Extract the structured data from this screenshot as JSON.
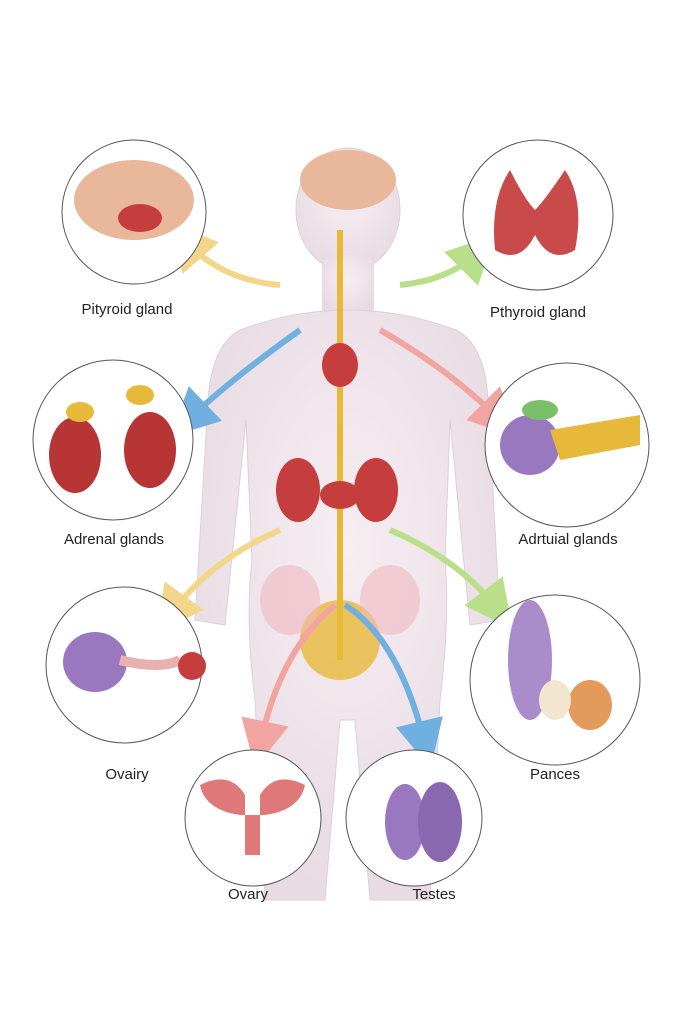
{
  "labels": {
    "top_left": "Pityroid gland",
    "top_right": "Pthyroid gland",
    "mid_left": "Adrenal glands",
    "mid_right": "Adrtuial glands",
    "low_left": "Ovairy",
    "low_right": "Pances",
    "bottom_left": "Ovary",
    "bottom_right": "Testes"
  },
  "colors": {
    "organ_red": "#c63d3d",
    "gland_yellow": "#e7b93a",
    "arrow_blue": "#6fb0e0",
    "arrow_yellow": "#f3d68a",
    "arrow_green": "#b9df8a",
    "arrow_pink": "#f2a5a0",
    "purple": "#9a78c0"
  }
}
